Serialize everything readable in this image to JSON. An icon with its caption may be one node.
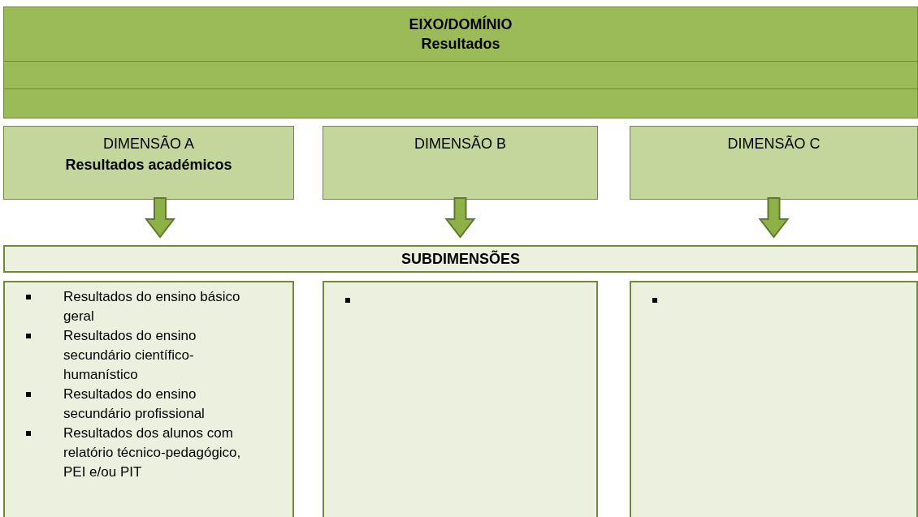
{
  "diagram": {
    "nodes": [
      {
        "text": [
          "EIXO/DOMÍNIO",
          "Resultados"
        ]
      },
      {
        "text": [
          "DIMENSÃO A",
          "Resultados académicos"
        ]
      },
      {
        "text": [
          "DIMENSÃO B"
        ]
      },
      {
        "text": [
          "DIMENSÃO C"
        ]
      },
      {
        "text": [
          "SUBDIMENSÕES"
        ]
      },
      {
        "text": [
          "Resultados do ensino básico geral",
          "Resultados do ensino secundário científico-humanístico",
          "Resultados do ensino secundário profissional",
          "Resultados dos alunos com relatório técnico-pedagógico, PEI e/ou PIT"
        ]
      },
      {
        "text": [],
        "shape": "box"
      },
      {
        "text": [],
        "shape": "box"
      }
    ],
    "edges": [
      {
        "from": 1,
        "to": 4,
        "arrow": "to"
      },
      {
        "from": 2,
        "to": 4,
        "arrow": "to"
      },
      {
        "from": 3,
        "to": 4,
        "arrow": "to"
      }
    ]
  }
}
